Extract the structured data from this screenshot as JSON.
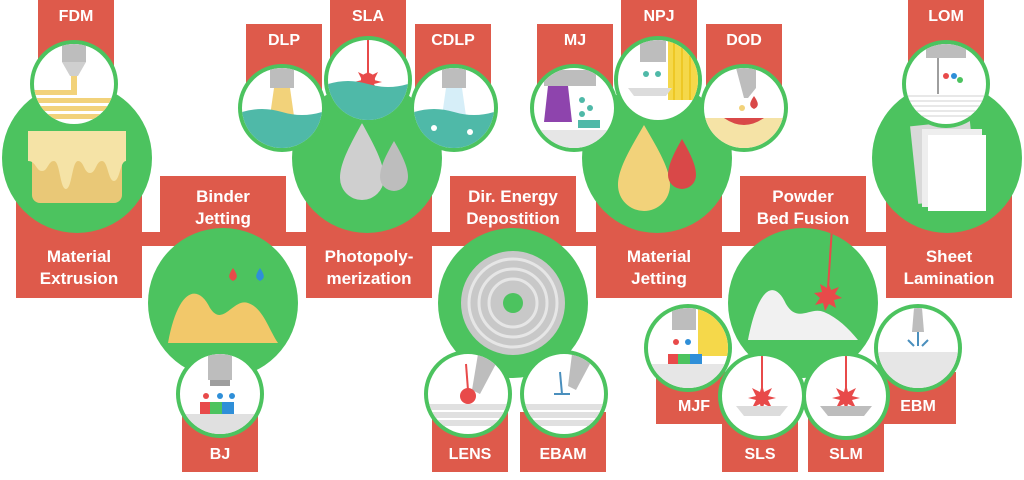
{
  "categories": [
    {
      "id": "material-extrusion",
      "line1": "Material",
      "line2": "Extrusion"
    },
    {
      "id": "binder-jetting",
      "line1": "Binder",
      "line2": "Jetting"
    },
    {
      "id": "photopolymerization",
      "line1": "Photopoly-",
      "line2": "merization"
    },
    {
      "id": "dir-energy",
      "line1": "Dir. Energy",
      "line2": "Depostition"
    },
    {
      "id": "material-jetting",
      "line1": "Material",
      "line2": "Jetting"
    },
    {
      "id": "powder-bed",
      "line1": "Powder",
      "line2": "Bed Fusion"
    },
    {
      "id": "sheet-lamination",
      "line1": "Sheet",
      "line2": "Lamination"
    }
  ],
  "processes": {
    "fdm": "FDM",
    "bj": "BJ",
    "dlp": "DLP",
    "sla": "SLA",
    "cdlp": "CDLP",
    "lens": "LENS",
    "ebam": "EBAM",
    "mj": "MJ",
    "npj": "NPJ",
    "dod": "DOD",
    "mjf": "MJF",
    "sls": "SLS",
    "slm": "SLM",
    "ebm": "EBM",
    "lom": "LOM"
  },
  "colors": {
    "red": "#de5a4b",
    "green": "#4cc35f",
    "yellow": "#f2d27a",
    "grey": "#c8c8c8",
    "teal": "#4fb9a8"
  }
}
